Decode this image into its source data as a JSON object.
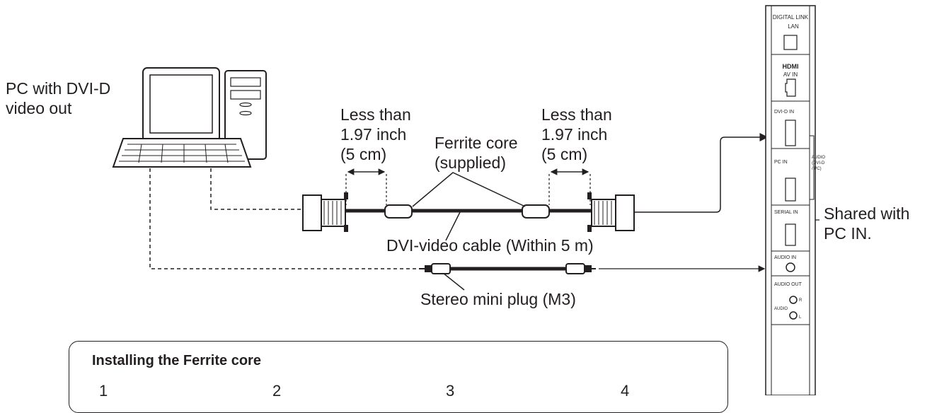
{
  "labels": {
    "pc": "PC with DVI-D\nvideo out",
    "less_left": "Less than\n1.97 inch\n(5 cm)",
    "less_right": "Less than\n1.97 inch\n(5 cm)",
    "ferrite": "Ferrite core\n(supplied)",
    "dvi_cable": "DVI-video cable (Within 5 m)",
    "stereo_plug": "Stereo mini plug (M3)",
    "shared": "Shared with\nPC IN."
  },
  "panel": {
    "digital_link": "DIGITAL LINK",
    "lan": "LAN",
    "hdmi": "HDMI",
    "av_in": "AV IN",
    "dvi_d_in": "DVI-D IN",
    "pc_in": "PC IN",
    "audio_group": "AUDIO\n(DVI-D\n/ PC)",
    "serial_in": "SERIAL IN",
    "audio_in": "AUDIO IN",
    "audio_out": "AUDIO OUT",
    "audio": "AUDIO",
    "r": "R",
    "l": "L"
  },
  "install_box": {
    "title": "Installing the Ferrite core",
    "steps": [
      "1",
      "2",
      "3",
      "4"
    ]
  }
}
